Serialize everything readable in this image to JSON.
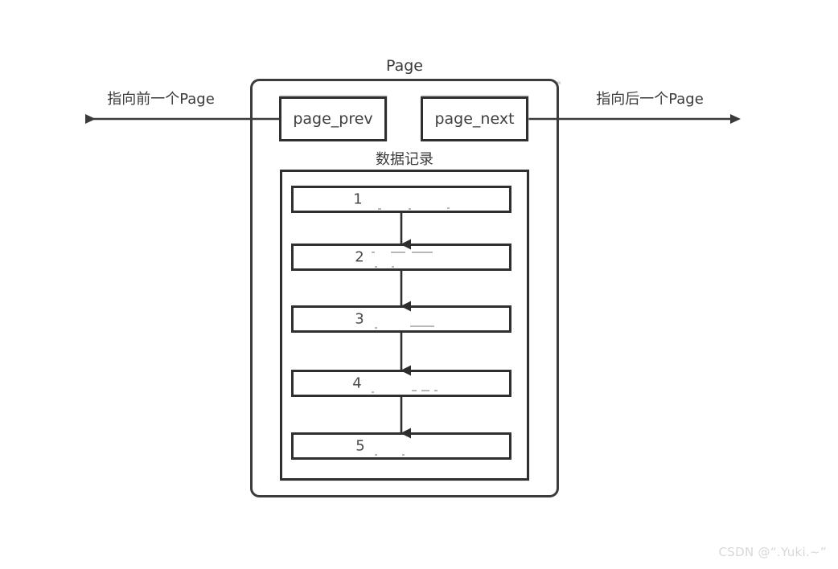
{
  "diagram": {
    "title": "Page",
    "arrows": {
      "left_label": "指向前一个Page",
      "right_label": "指向后一个Page"
    },
    "pointers": [
      {
        "name": "page_prev",
        "label": "page_prev"
      },
      {
        "name": "page_next",
        "label": "page_next"
      }
    ],
    "records_section": {
      "label": "数据记录",
      "rows": [
        {
          "label": "1"
        },
        {
          "label": "2"
        },
        {
          "label": "3"
        },
        {
          "label": "4"
        },
        {
          "label": "5"
        }
      ]
    }
  },
  "watermark": {
    "text": "CSDN @“.Yuki.~”"
  },
  "colors": {
    "background": "#ffffff",
    "stroke": "#3b3b3b",
    "stroke_light": "#cfcfcf",
    "text": "#3a3a3a",
    "watermark": "#d8d8d8"
  }
}
